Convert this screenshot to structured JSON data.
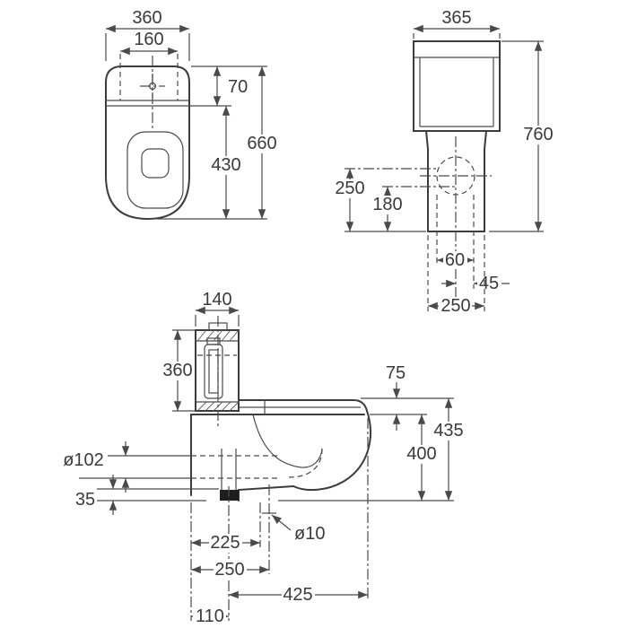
{
  "plan": {
    "overall_width": "360",
    "tank_width": "160",
    "inlet_offset": "70",
    "bowl_length": "430",
    "overall_length": "660"
  },
  "front": {
    "cistern_width": "365",
    "overall_height": "760",
    "supply_height": "250",
    "outlet_height": "180",
    "hole_span": "60",
    "hole_offset": "45",
    "base_width": "250"
  },
  "side": {
    "cistern_depth": "140",
    "cistern_height": "360",
    "seat_stack": "75",
    "rim_height": "400",
    "overall_height": "435",
    "outlet_diameter": "ø102",
    "outlet_drop": "35",
    "inlet_setback": "225",
    "fixing_hole_diameter": "ø10",
    "bolt_setback": "250",
    "outlet_to_front": "425",
    "outlet_setback": "110"
  }
}
